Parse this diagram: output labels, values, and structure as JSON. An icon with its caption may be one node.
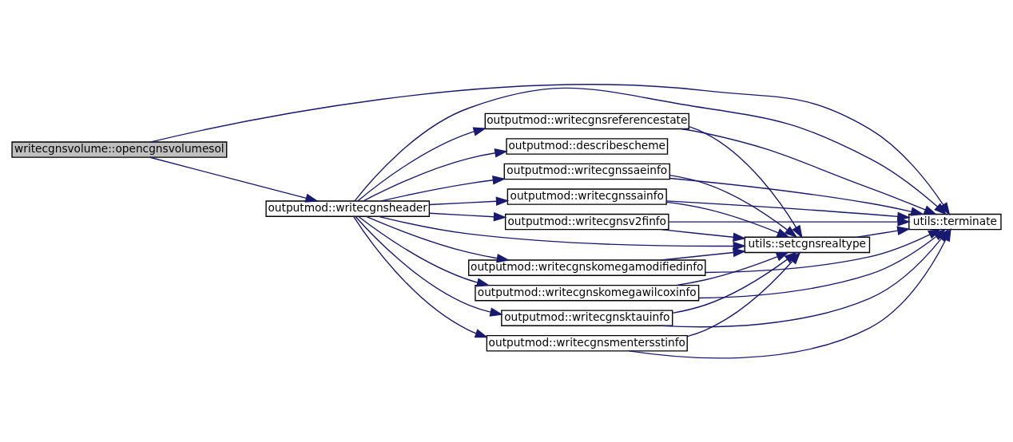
{
  "diagram": {
    "nodes": [
      {
        "text": [
          "writecgnsvolume::opencgnsvolumesol"
        ]
      },
      {
        "text": [
          "outputmod::writecgnsheader"
        ]
      },
      {
        "text": [
          "outputmod::writecgnssainfo"
        ]
      },
      {
        "text": [
          "outputmod::describescheme"
        ]
      },
      {
        "text": [
          "outputmod::writecgnsv2finfo"
        ]
      },
      {
        "text": [
          "outputmod::writecgnskomegamodifiedinfo"
        ]
      },
      {
        "text": [
          "outputmod::writecgnskomegawilcoxinfo"
        ]
      },
      {
        "text": [
          "outputmod::writecgnsktauinfo"
        ]
      },
      {
        "text": [
          "outputmod::writecgnsmentersstinfo"
        ]
      },
      {
        "text": [
          "outputmod::writecgnsreferencestate"
        ]
      },
      {
        "text": [
          "outputmod::writecgnssaeinfo"
        ]
      },
      {
        "text": [
          "utils::setcgnsrealtype"
        ]
      },
      {
        "text": [
          "utils::terminate"
        ]
      }
    ],
    "edges": [
      {
        "from": 0,
        "to": 12,
        "arrow": "to"
      },
      {
        "from": 0,
        "to": 1,
        "arrow": "to"
      },
      {
        "from": 1,
        "to": 2,
        "arrow": "to"
      },
      {
        "from": 1,
        "to": 3,
        "arrow": "to"
      },
      {
        "from": 1,
        "to": 4,
        "arrow": "to"
      },
      {
        "from": 1,
        "to": 5,
        "arrow": "to"
      },
      {
        "from": 1,
        "to": 6,
        "arrow": "to"
      },
      {
        "from": 1,
        "to": 11,
        "arrow": "to"
      },
      {
        "from": 1,
        "to": 7,
        "arrow": "to"
      },
      {
        "from": 1,
        "to": 8,
        "arrow": "to"
      },
      {
        "from": 1,
        "to": 9,
        "arrow": "to"
      },
      {
        "from": 1,
        "to": 10,
        "arrow": "to"
      },
      {
        "from": 1,
        "to": 12,
        "arrow": "to"
      },
      {
        "from": 2,
        "to": 11,
        "arrow": "to"
      },
      {
        "from": 2,
        "to": 12,
        "arrow": "to"
      },
      {
        "from": 4,
        "to": 11,
        "arrow": "to"
      },
      {
        "from": 4,
        "to": 12,
        "arrow": "to"
      },
      {
        "from": 5,
        "to": 11,
        "arrow": "to"
      },
      {
        "from": 5,
        "to": 12,
        "arrow": "to"
      },
      {
        "from": 6,
        "to": 11,
        "arrow": "to"
      },
      {
        "from": 6,
        "to": 12,
        "arrow": "to"
      },
      {
        "from": 7,
        "to": 11,
        "arrow": "to"
      },
      {
        "from": 7,
        "to": 12,
        "arrow": "to"
      },
      {
        "from": 8,
        "to": 11,
        "arrow": "to"
      },
      {
        "from": 8,
        "to": 12,
        "arrow": "to"
      },
      {
        "from": 9,
        "to": 11,
        "arrow": "to"
      },
      {
        "from": 9,
        "to": 12,
        "arrow": "to"
      },
      {
        "from": 10,
        "to": 11,
        "arrow": "to"
      },
      {
        "from": 10,
        "to": 12,
        "arrow": "to"
      },
      {
        "from": 11,
        "to": 12,
        "arrow": "to"
      }
    ]
  }
}
